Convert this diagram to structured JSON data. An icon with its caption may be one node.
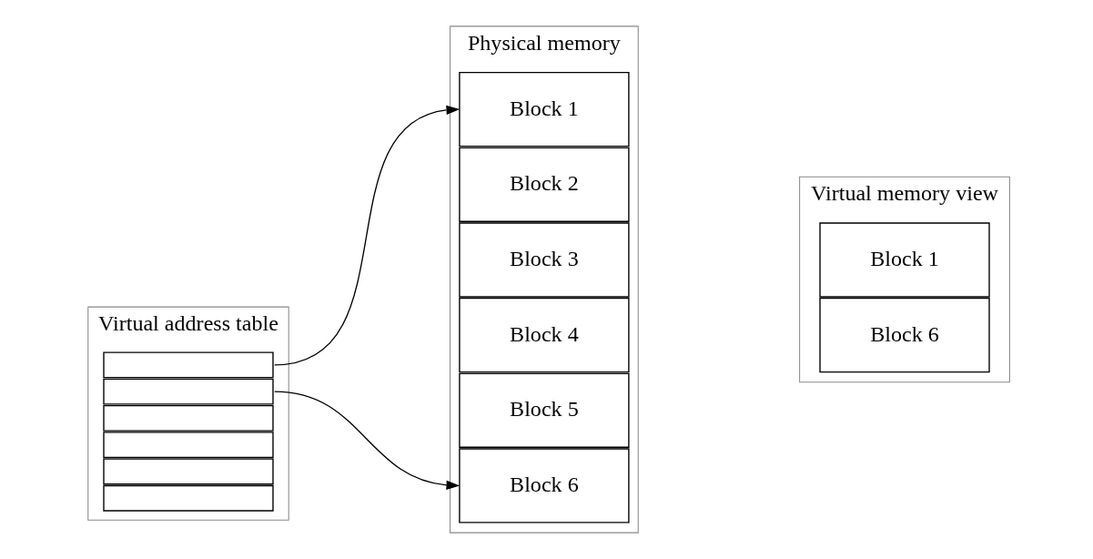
{
  "diagram": {
    "nodes": [
      {
        "text": [
          "Virtual address table"
        ]
      },
      {
        "text": [],
        "shape": "box",
        "in": 0
      },
      {
        "text": [],
        "shape": "box",
        "in": 0
      },
      {
        "text": [],
        "shape": "box",
        "in": 0
      },
      {
        "text": [],
        "shape": "box",
        "in": 0
      },
      {
        "text": [],
        "shape": "box",
        "in": 0
      },
      {
        "text": [],
        "shape": "box",
        "in": 0
      },
      {
        "text": [
          "Physical memory"
        ]
      },
      {
        "text": [
          "Block 1"
        ],
        "in": 7
      },
      {
        "text": [
          "Block 2"
        ],
        "in": 7
      },
      {
        "text": [
          "Block 3"
        ],
        "in": 7
      },
      {
        "text": [
          "Block 4"
        ],
        "in": 7
      },
      {
        "text": [
          "Block 5"
        ],
        "in": 7
      },
      {
        "text": [
          "Block 6"
        ],
        "in": 7
      },
      {
        "text": [
          "Virtual memory view"
        ]
      },
      {
        "text": [
          "Block 1"
        ],
        "in": 14
      },
      {
        "text": [
          "Block 6"
        ],
        "in": 14
      }
    ],
    "edges": [
      {
        "from": 1,
        "to": 8,
        "arrow": "to"
      },
      {
        "from": 2,
        "to": 13,
        "arrow": "to"
      }
    ]
  }
}
